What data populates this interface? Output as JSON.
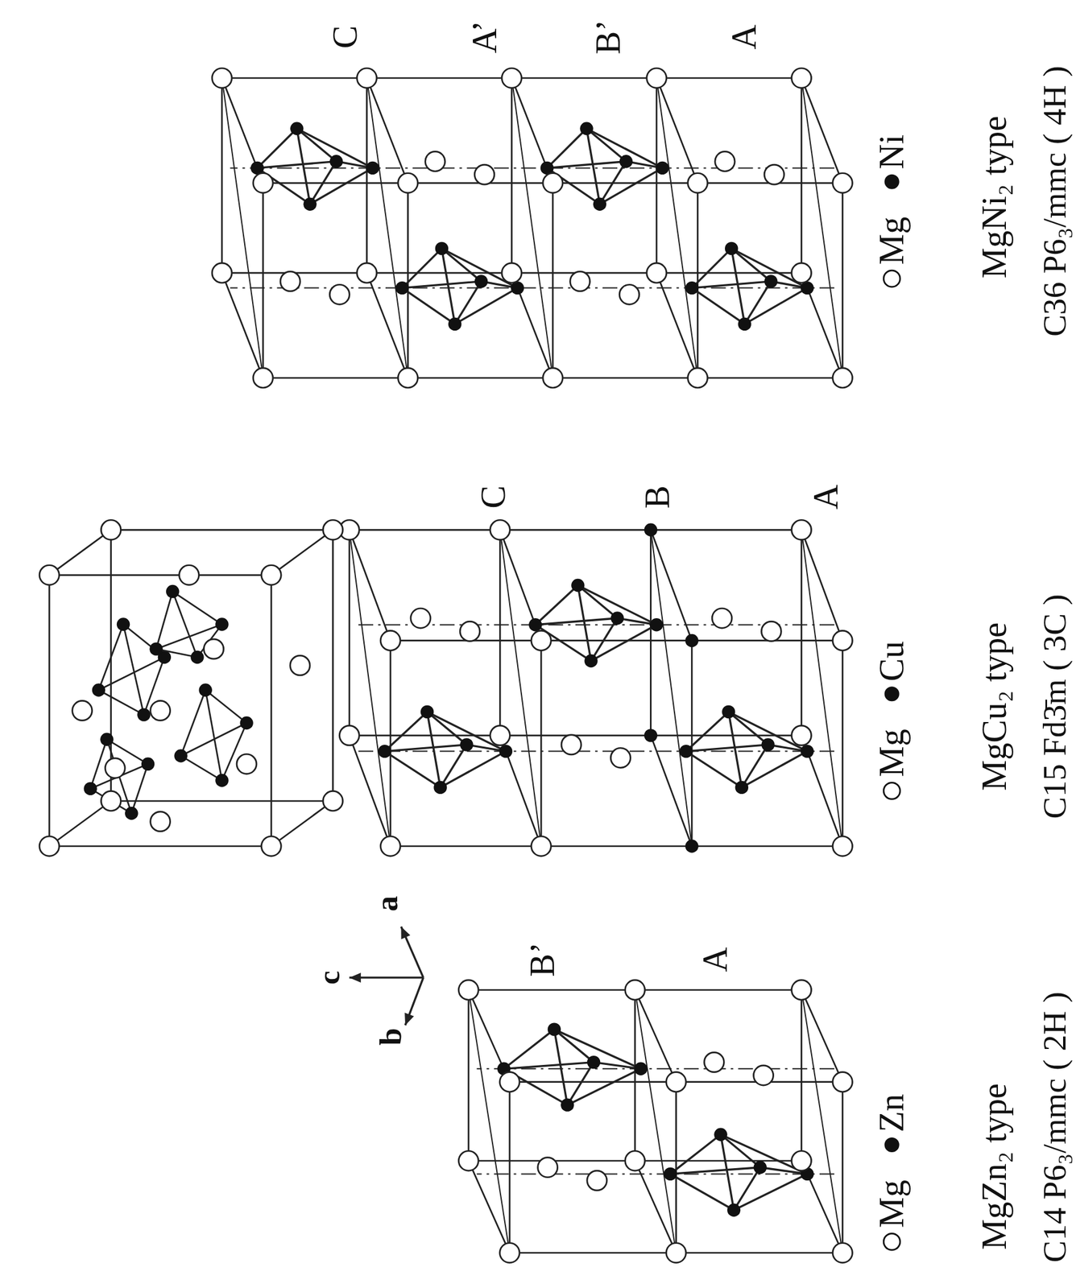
{
  "diagram": {
    "labels": [
      "c",
      "a",
      "b",
      "B’",
      "A",
      "C",
      "B",
      "A",
      "C",
      "A’",
      "B’",
      "A",
      "MgZn₂ type",
      "C14  P6₃/mmc ( 2H )",
      "MgCu₂ type",
      "C15  Fd3̄m ( 3C )",
      "MgNi₂ type",
      "C36  P6₃/mmc ( 4H )"
    ],
    "legend": [
      {
        "text": "Mg"
      },
      {
        "text": "Zn"
      },
      {
        "text": "Mg"
      },
      {
        "text": "Cu"
      },
      {
        "text": "Mg"
      },
      {
        "text": "Ni"
      }
    ]
  }
}
